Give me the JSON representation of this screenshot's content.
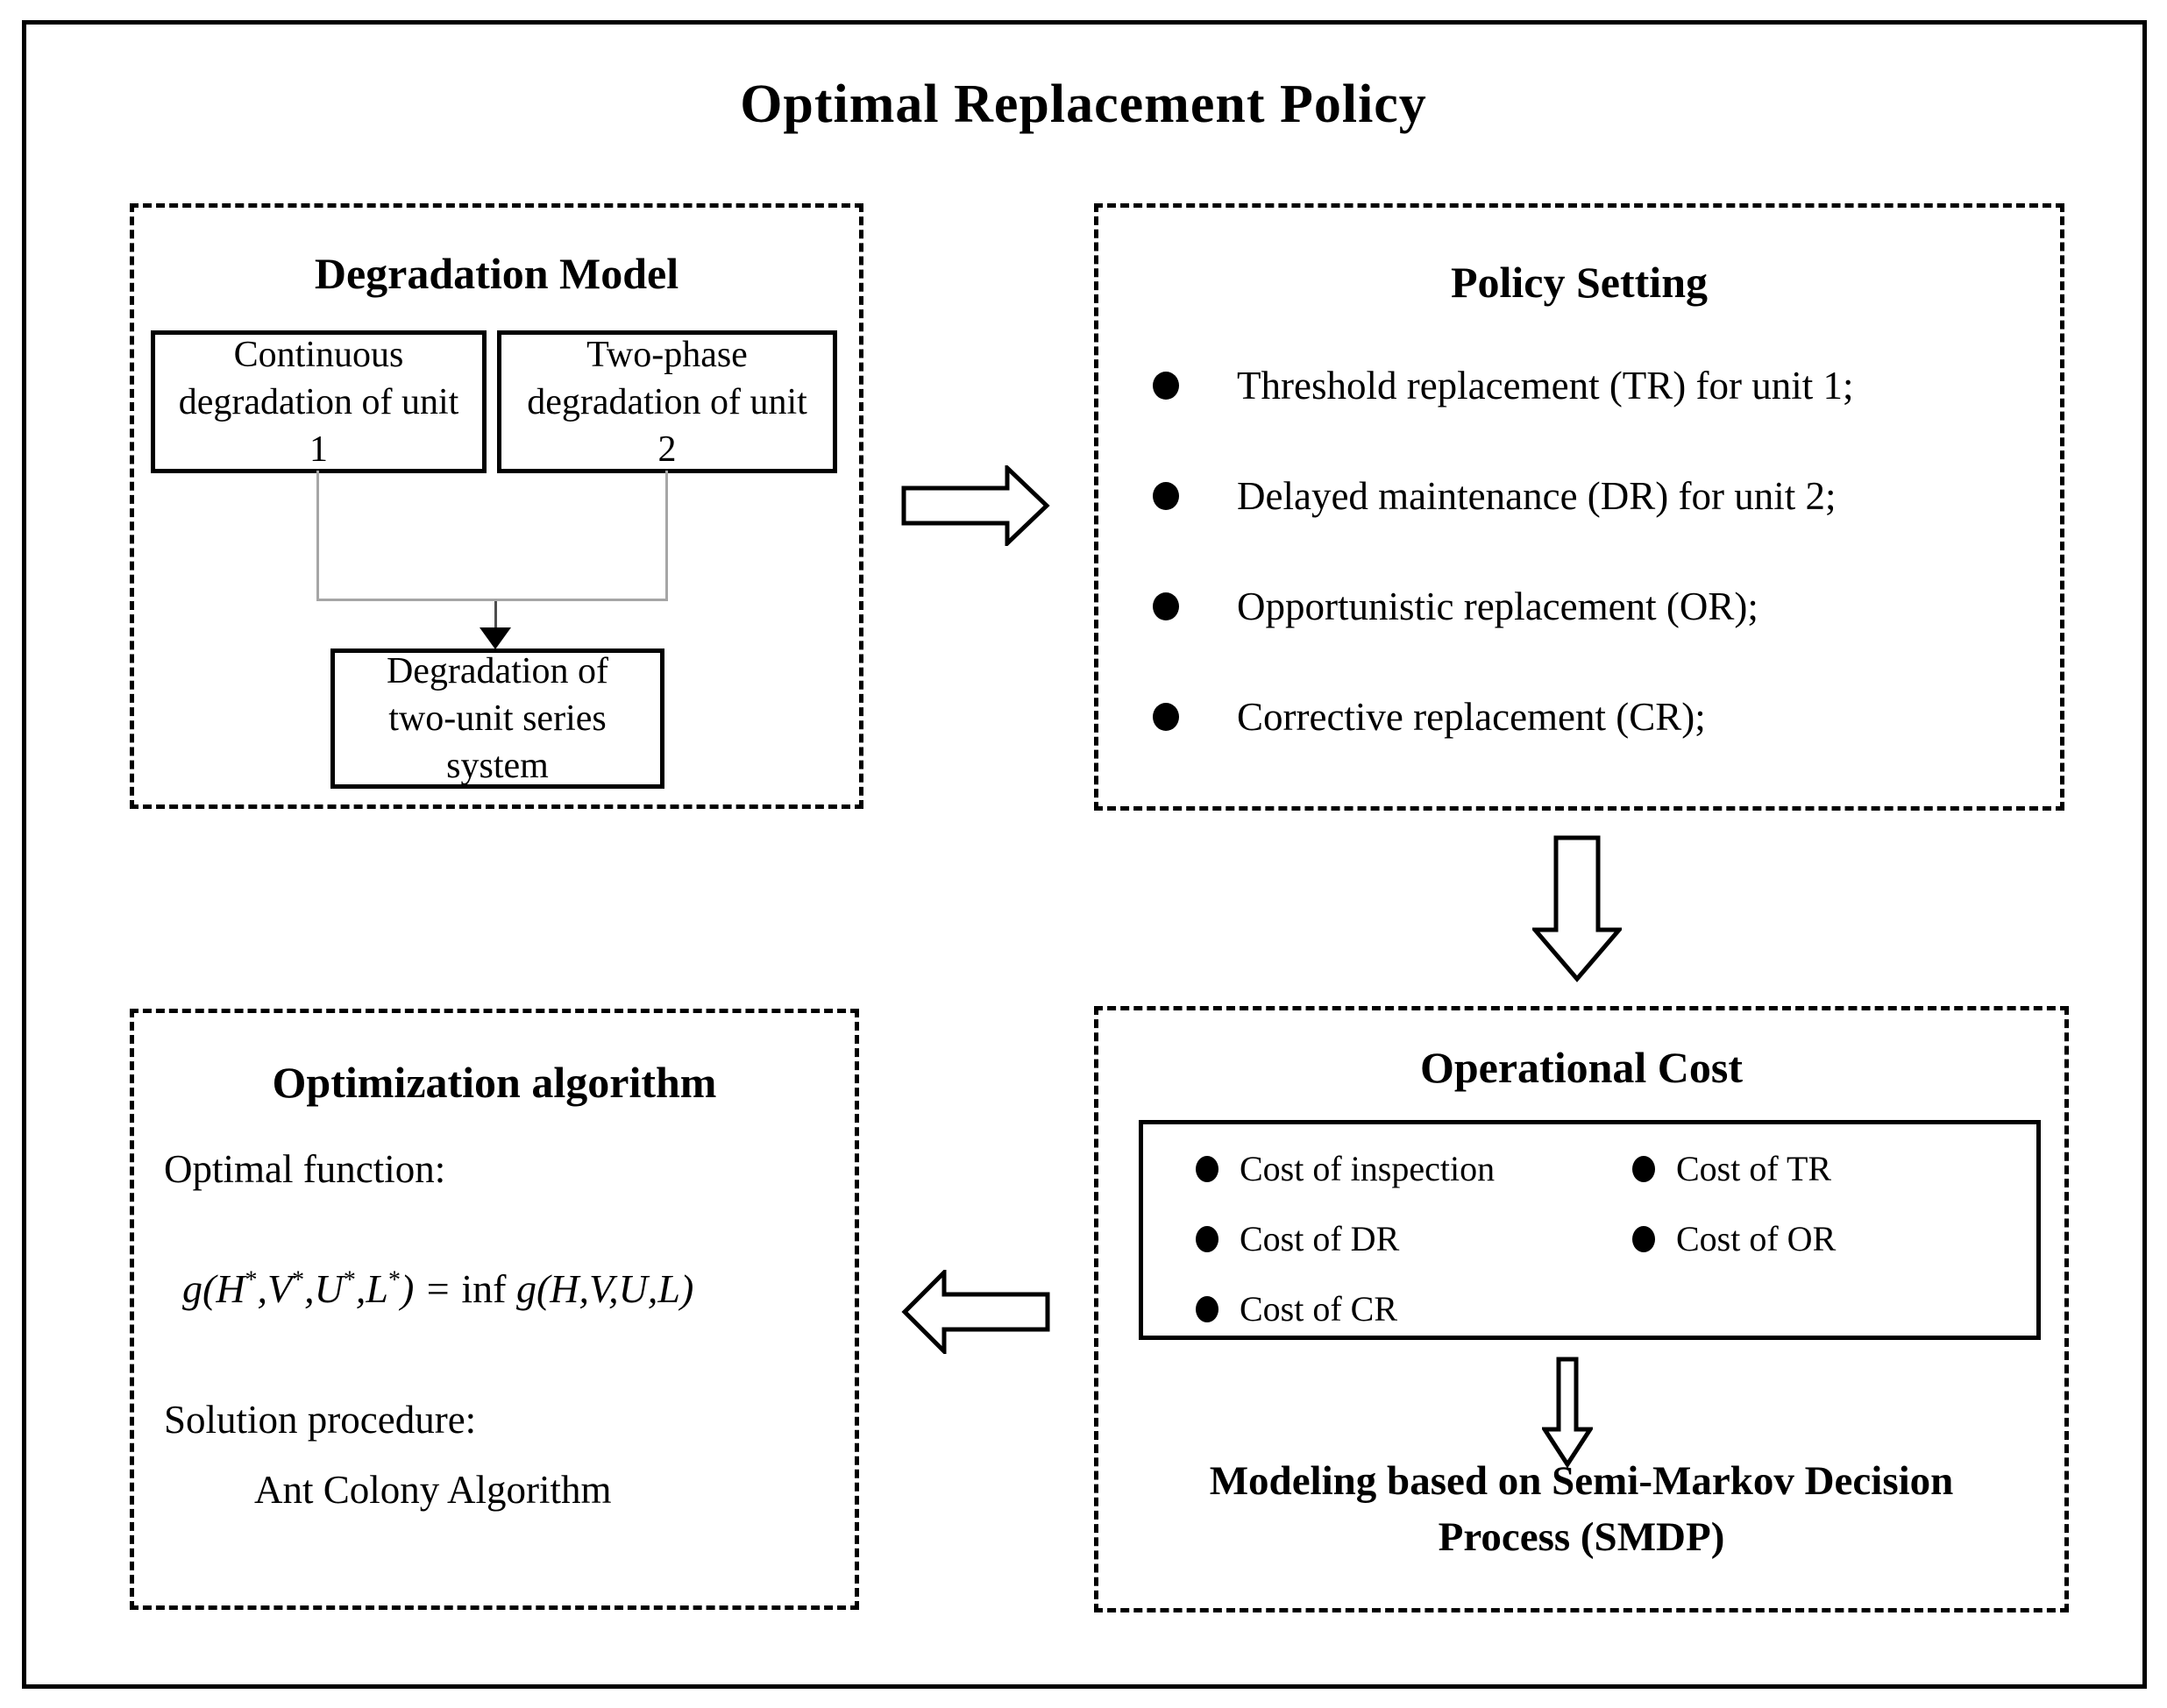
{
  "title": "Optimal Replacement Policy",
  "degradation_model": {
    "title": "Degradation Model",
    "unit1_box": "Continuous degradation of unit 1",
    "unit2_box": "Two-phase degradation of unit 2",
    "system_box": "Degradation of two-unit series system"
  },
  "policy_setting": {
    "title": "Policy Setting",
    "items": [
      "Threshold replacement (TR) for unit 1;",
      "Delayed maintenance (DR) for unit 2;",
      "Opportunistic replacement (OR);",
      "Corrective replacement (CR);"
    ]
  },
  "operational_cost": {
    "title": "Operational Cost",
    "left_items": [
      "Cost of inspection",
      "Cost of DR",
      "Cost of CR"
    ],
    "right_items": [
      "Cost of TR",
      "Cost of OR"
    ],
    "modeling_line1": "Modeling based on Semi-Markov Decision",
    "modeling_line2": "Process (SMDP)"
  },
  "optimization": {
    "title": "Optimization algorithm",
    "optimal_function_label": "Optimal function:",
    "formula": {
      "parts": [
        "g(H",
        "*",
        ",V",
        "*",
        ",U",
        "*",
        ",L",
        "*",
        ") = ",
        "inf",
        " g(H,V,U,L)"
      ]
    },
    "solution_label": "Solution procedure:",
    "solution_value": "Ant Colony Algorithm"
  },
  "colors": {
    "ink": "#000000",
    "connector_gray": "#a6a6a6",
    "background": "#ffffff"
  }
}
